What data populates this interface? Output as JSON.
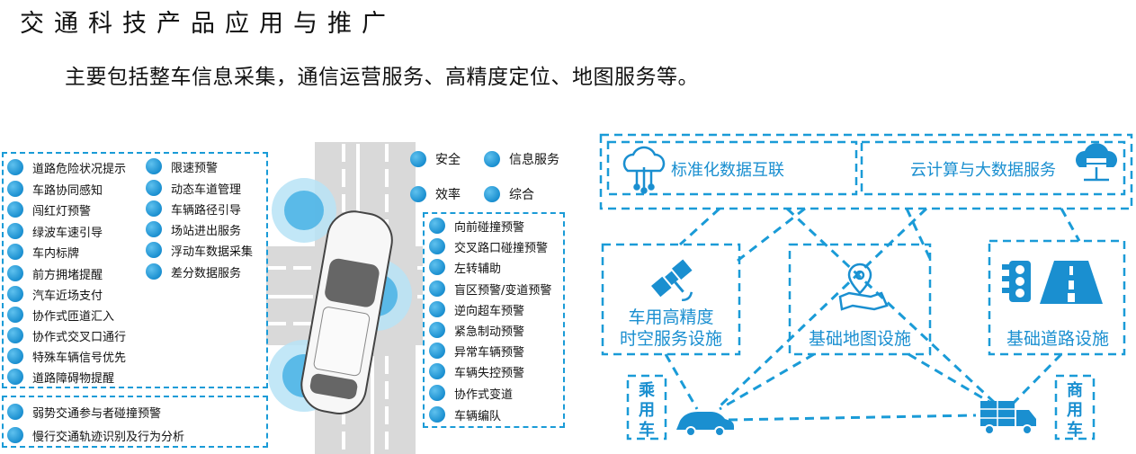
{
  "header": {
    "title": "交通科技产品应用与推广",
    "subtitle": "主要包括整车信息采集，通信运营服务、高精度定位、地图服务等。"
  },
  "left_diagram": {
    "list_a": [
      "道路危险状况提示",
      "车路协同感知",
      "闯红灯预警",
      "绿波车速引导",
      "车内标牌",
      "前方拥堵提醒",
      "汽车近场支付",
      "协作式匝道汇入",
      "协作式交叉口通行",
      "特殊车辆信号优先",
      "道路障碍物提醒"
    ],
    "list_b": [
      "限速预警",
      "动态车道管理",
      "车辆路径引导",
      "场站进出服务",
      "浮动车数据采集",
      "差分数据服务"
    ],
    "list_c": [
      "弱势交通参与者碰撞预警",
      "慢行交通轨迹识别及行为分析"
    ],
    "legend": [
      "安全",
      "信息服务",
      "效率",
      "综合"
    ],
    "list_d": [
      "向前碰撞预警",
      "交叉路口碰撞预警",
      "左转辅助",
      "盲区预警/变道预警",
      "逆向超车预警",
      "紧急制动预警",
      "异常车辆预警",
      "车辆失控预警",
      "协作式变道",
      "车辆编队"
    ]
  },
  "right_diagram": {
    "top_left_label": "标准化数据互联",
    "top_right_label": "云计算与大数据服务",
    "box_gnss_line1": "车用高精度",
    "box_gnss_line2": "时空服务设施",
    "box_map": "基础地图设施",
    "box_road": "基础道路设施",
    "passenger_car": [
      "乘",
      "用",
      "车"
    ],
    "commercial_vehicle": [
      "商",
      "用",
      "车"
    ]
  },
  "colors": {
    "accent": "#1a9bd7",
    "dot": "#1a8fd0",
    "road": "#d9d9d9"
  },
  "icons": [
    "cloud-network-icon",
    "server-cloud-icon",
    "satellite-icon",
    "map-pin-icon",
    "traffic-light-icon",
    "road-icon",
    "car-icon",
    "truck-icon",
    "ev-car-topview-icon"
  ]
}
